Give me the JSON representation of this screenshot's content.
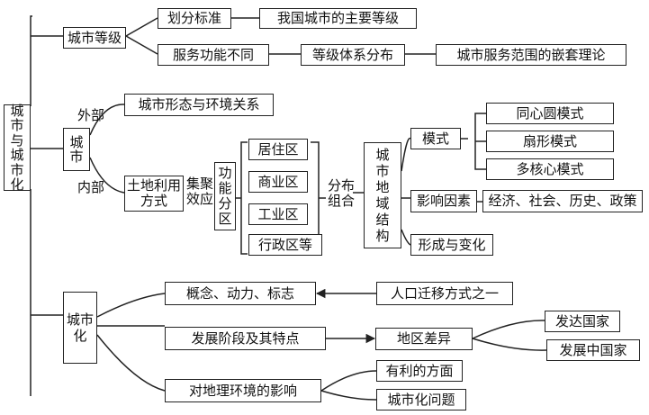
{
  "root": "城市与城市化",
  "grade": {
    "title": "城市等级",
    "division_standard": "划分标准",
    "main_grades": "我国城市的主要等级",
    "different_functions": "服务功能不同",
    "grade_distribution": "等级体系分布",
    "nesting_theory": "城市服务范围的嵌套理论"
  },
  "city": {
    "title": "城市",
    "external": "外部",
    "internal": "内部",
    "form_environment": "城市形态与环境关系",
    "land_use": "土地利用方式",
    "agglomeration": "集聚效应",
    "functional_zones": "功能分区",
    "zones": [
      "居住区",
      "商业区",
      "工业区",
      "行政区等"
    ],
    "distribution_combination": "分布组合",
    "structure": "城市地域结构",
    "models_title": "模式",
    "models": [
      "同心圆模式",
      "扇形模式",
      "多核心模式"
    ],
    "factors_title": "影响因素",
    "factors": "经济、社会、历史、政策",
    "formation": "形成与变化"
  },
  "urbanization": {
    "title": "城市化",
    "concept": "概念、动力、标志",
    "migration": "人口迁移方式之一",
    "stages": "发展阶段及其特点",
    "regional_diff": "地区差异",
    "developed": "发达国家",
    "developing": "发展中国家",
    "impact": "对地理环境的影响",
    "favorable": "有利的方面",
    "problems": "城市化问题"
  }
}
